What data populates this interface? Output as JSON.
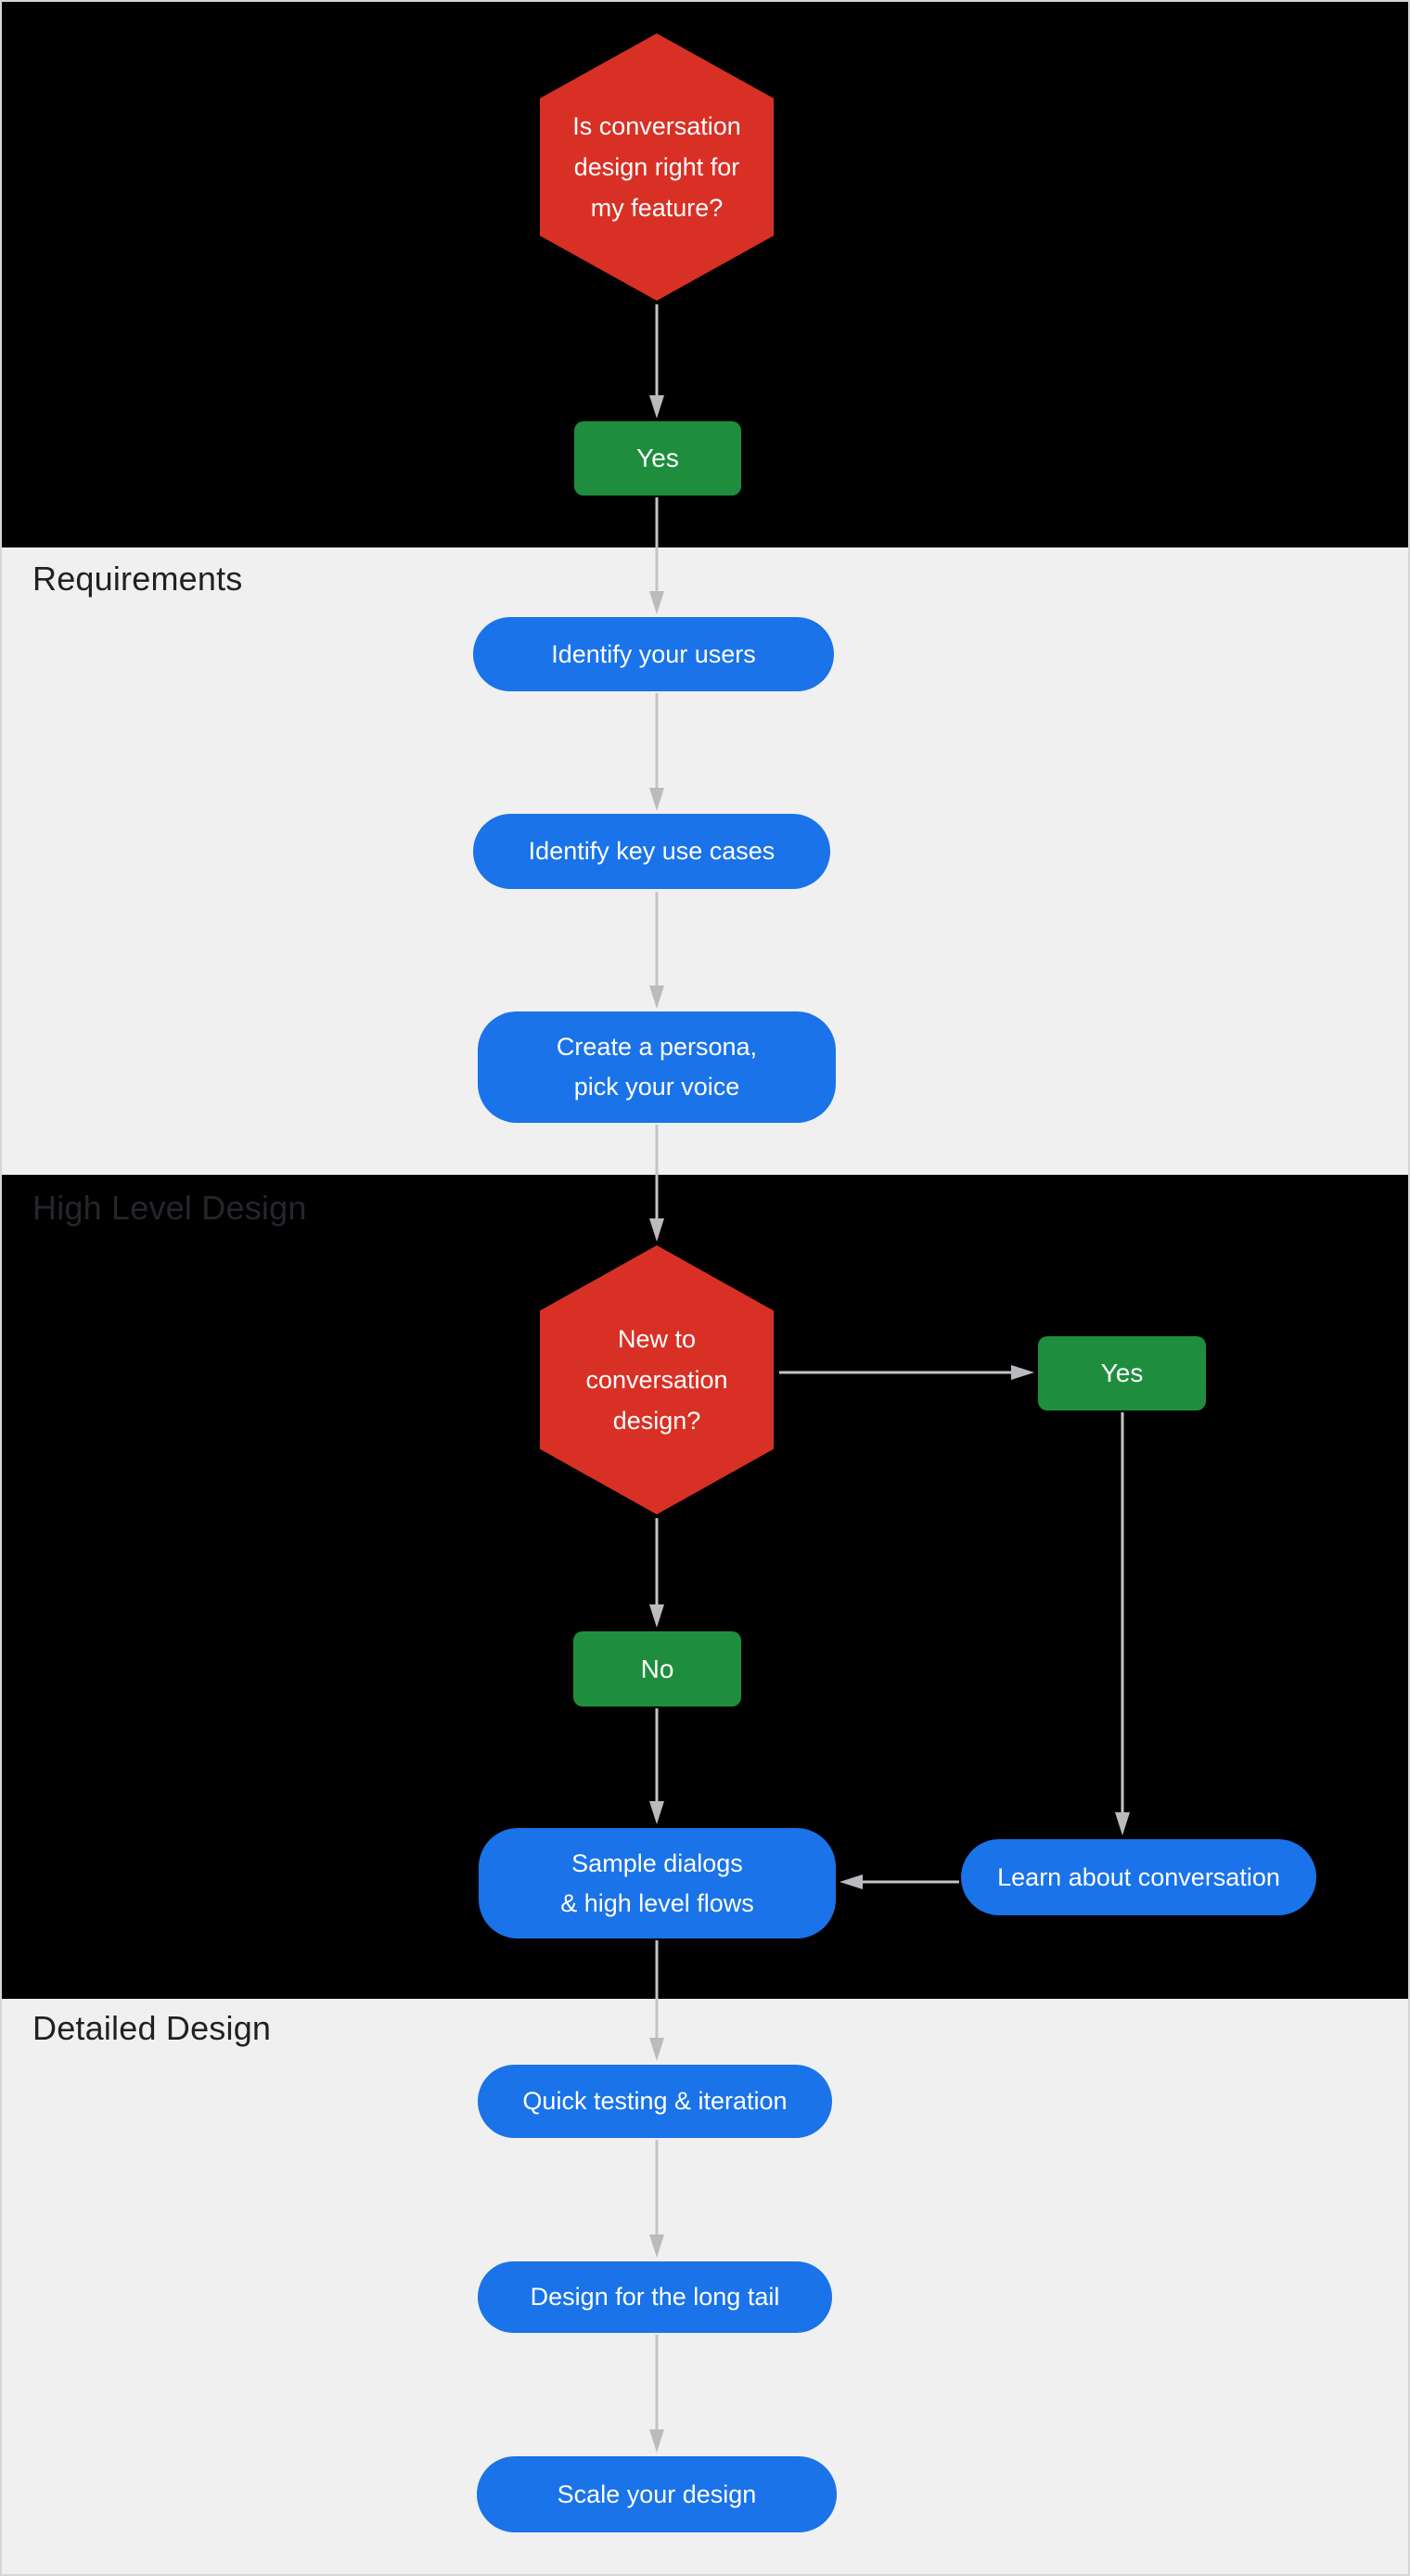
{
  "palette": {
    "red": "#D93025",
    "green": "#1E8E3E",
    "blue": "#1A73E8",
    "black-section": "#000000",
    "gray-section": "#F0F0F0",
    "arrow-line": "#C4C4C8",
    "arrow-head": "#BBBBBF",
    "header-on-gray": "#202124",
    "header-on-black": "#25262C",
    "node-text": "#FFFFFF",
    "canvas-border": "#D6D6DA"
  },
  "sections": {
    "requirements": {
      "label": "Requirements"
    },
    "high_level_design": {
      "label": "High Level Design"
    },
    "detailed_design": {
      "label": "Detailed Design"
    }
  },
  "nodes": {
    "start_decision": {
      "label": "Is conversation\ndesign right for\nmy feature?"
    },
    "start_yes": {
      "label": "Yes"
    },
    "identify_users": {
      "label": "Identify your users"
    },
    "identify_use_cases": {
      "label": "Identify key use cases"
    },
    "create_persona": {
      "label": "Create a persona,\npick your voice"
    },
    "new_to_design_decision": {
      "label": "New to\nconversation\ndesign?"
    },
    "new_yes": {
      "label": "Yes"
    },
    "new_no": {
      "label": "No"
    },
    "sample_dialogs": {
      "label": "Sample dialogs\n& high level flows"
    },
    "learn_conversation": {
      "label": "Learn about conversation"
    },
    "quick_testing": {
      "label": "Quick testing & iteration"
    },
    "long_tail": {
      "label": "Design for the long tail"
    },
    "scale_design": {
      "label": "Scale your design"
    }
  }
}
